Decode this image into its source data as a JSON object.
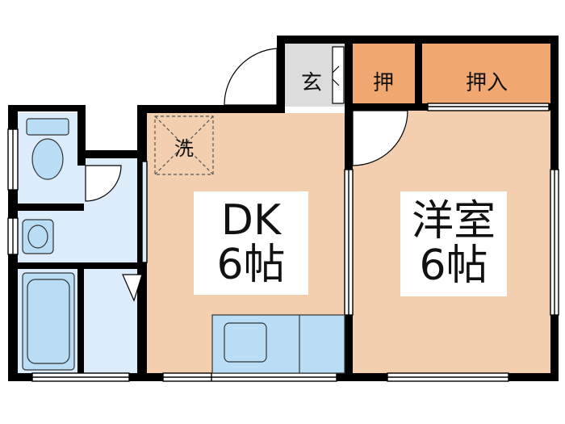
{
  "floorplan": {
    "rooms": {
      "dk": {
        "name": "DK",
        "size": "6帖"
      },
      "western": {
        "name": "洋室",
        "size": "6帖"
      },
      "closet1": {
        "name": "押"
      },
      "closet2": {
        "name": "押入"
      },
      "entrance": {
        "name": "玄"
      },
      "laundry": {
        "name": "洗"
      }
    },
    "colors": {
      "room_fill": "#f3cfb0",
      "closet_fill": "#f0a870",
      "wet_area_fill": "#dcecfb",
      "fixture_fill": "#b8ddf5",
      "entrance_fill": "#dcdcdc",
      "wall": "#000000"
    }
  }
}
